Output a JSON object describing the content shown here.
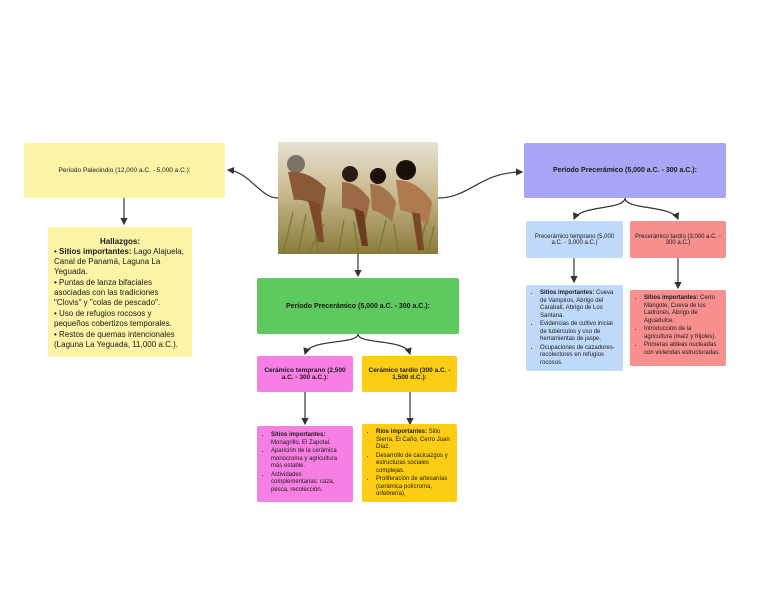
{
  "colors": {
    "yellow": "#fbf3a5",
    "purple": "#a9a6f7",
    "green": "#5ec95e",
    "blue": "#bfd9fb",
    "red": "#f78f8f",
    "pink": "#f77ee2",
    "orange": "#fccd14"
  },
  "paleo": {
    "title": "Período Paleoindio (12,000 a.C. - 5,000 a.C.):",
    "hallazgos_title": "Hallazgos:",
    "items": [
      {
        "label": "Sitios importantes:",
        "text": " Lago Alajuela, Canal de Panamá, Laguna La Yeguada."
      },
      {
        "label": "",
        "text": "Puntas de lanza bifaciales asociadas con las tradiciones \"Clovis\" y \"colas de pescado\"."
      },
      {
        "label": "",
        "text": "Uso de refugios rocosos y pequeños cobertizos temporales."
      },
      {
        "label": "",
        "text": "Restos de quemas intencionales (Laguna La Yeguada, 11,000 a.C.)."
      }
    ]
  },
  "image": {
    "description_icon": "people-gathering-photo"
  },
  "ceramico_main": {
    "title": "Período Precerámico (5,000 a.C. - 300 a.C.):",
    "temprano_title": "Cerámico temprano (2,500 a.C. - 300 a.C.):",
    "tardio_title": "Cerámico tardío (300 a.C. - 1,500 d.C.):",
    "temprano_items": [
      {
        "label": "Sitios importantes:",
        "text": " Monagrillo, El Zapotal."
      },
      {
        "label": "",
        "text": "Aparición de la cerámica monocroma y agricultura más estable."
      },
      {
        "label": "",
        "text": "Actividades complementarias: caza, pesca, recolección."
      }
    ],
    "tardio_items": [
      {
        "label": "Ríos importantes:",
        "text": " Sitio Sierra, El Caño, Cerro Juan Díaz."
      },
      {
        "label": "",
        "text": "Desarrollo de cacicazgos y estructuras sociales complejas."
      },
      {
        "label": "",
        "text": "Proliferación de artesanías (cerámica polícroma, orfebrería)."
      }
    ]
  },
  "preceramico": {
    "title": "Período Precerámico (5,000 a.C. - 300 a.C.):",
    "temprano_title": "Precerámico temprano (5,000 a.C. - 3,000 a.C.)",
    "tardio_title": "Precerámico tardío (3,000 a.C. - 300 a.C.)",
    "temprano_items": [
      {
        "label": "Sitios importantes:",
        "text": " Cueva de Vampiros, Abrigo del Carabalí, Abrigo de Los Santana."
      },
      {
        "label": "",
        "text": "Evidencias de cultivo inicial de tubérculos y uso de herramientas de jaspe."
      },
      {
        "label": "",
        "text": "Ocupaciones de cazadores-recolectores en refugios rocosos."
      }
    ],
    "tardio_items": [
      {
        "label": "Sitios importantes:",
        "text": " Cerro Mangote, Cueva de los Ladrones, Abrigo de Aguadulce."
      },
      {
        "label": "",
        "text": "Introducción de la agricultura (maíz y frijoles)."
      },
      {
        "label": "",
        "text": "Primeras aldeas nucleadas con viviendas estructuradas."
      }
    ]
  }
}
